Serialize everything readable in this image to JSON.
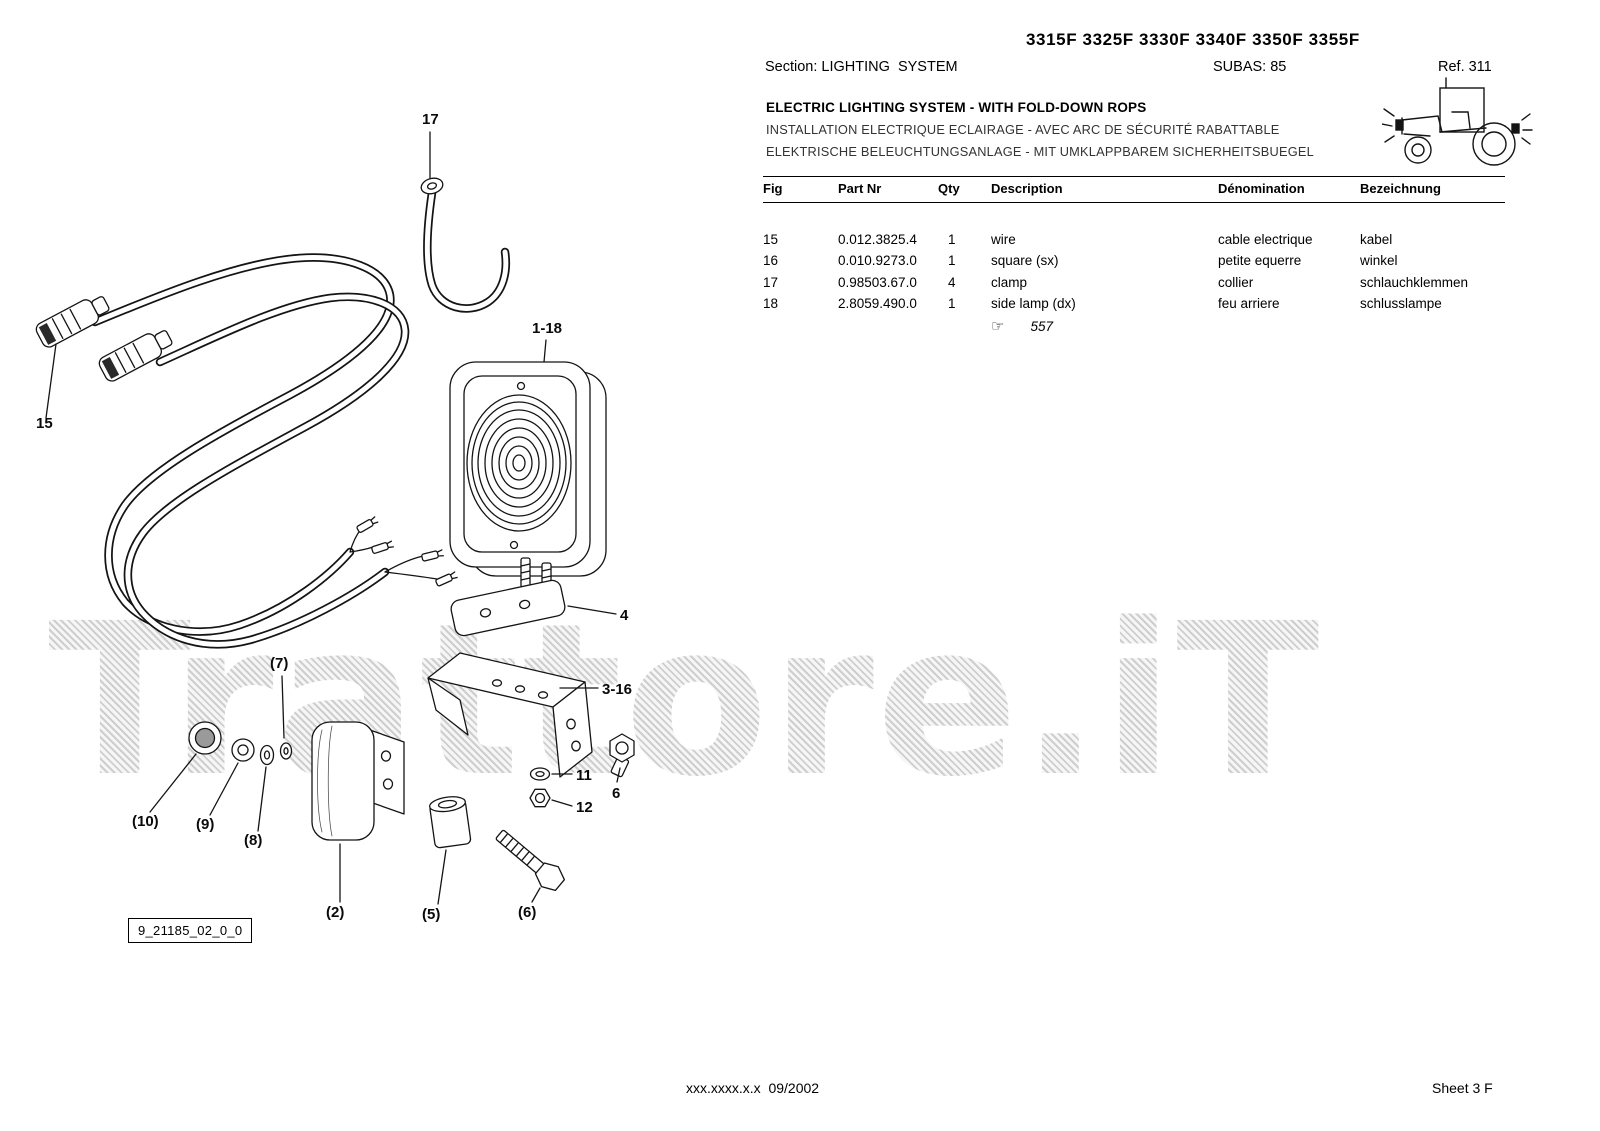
{
  "header": {
    "models": "3315F 3325F 3330F 3340F 3350F 3355F",
    "section": "Section: LIGHTING  SYSTEM",
    "subas": "SUBAS: 85",
    "ref": "Ref. 311"
  },
  "titles": {
    "en": "ELECTRIC LIGHTING SYSTEM - WITH FOLD-DOWN ROPS",
    "fr": "INSTALLATION ELECTRIQUE ECLAIRAGE - AVEC ARC DE SÉCURITÉ RABATTABLE",
    "de": "ELEKTRISCHE BELEUCHTUNGSANLAGE - MIT UMKLAPPBAREM SICHERHEITSBUEGEL"
  },
  "table": {
    "headers": {
      "fig": "Fig",
      "part": "Part Nr",
      "qty": "Qty",
      "desc": "Description",
      "den": "Dénomination",
      "bez": "Bezeichnung"
    },
    "rows": [
      {
        "fig": "15",
        "part": "0.012.3825.4",
        "qty": "1",
        "desc": "wire",
        "den": "cable electrique",
        "bez": "kabel"
      },
      {
        "fig": "16",
        "part": "0.010.9273.0",
        "qty": "1",
        "desc": "square (sx)",
        "den": "petite equerre",
        "bez": "winkel"
      },
      {
        "fig": "17",
        "part": "0.98503.67.0",
        "qty": "4",
        "desc": "clamp",
        "den": "collier",
        "bez": "schlauchklemmen"
      },
      {
        "fig": "18",
        "part": "2.8059.490.0",
        "qty": "1",
        "desc": "side lamp (dx)",
        "den": "feu arriere",
        "bez": "schlusslampe"
      }
    ],
    "note_pointer": "☞",
    "note_value": "557"
  },
  "diagram": {
    "code_box": "9_21185_02_0_0",
    "labels": {
      "wire": "15",
      "clamp": "17",
      "lamp": "1-18",
      "plate": "4",
      "bracket": "3-16",
      "washer7": "(7)",
      "capnut10": "(10)",
      "nut9": "(9)",
      "washer8": "(8)",
      "clamp2": "(2)",
      "spacer5": "(5)",
      "boltp6": "(6)",
      "washer11": "11",
      "nut12": "12",
      "bolt6": "6"
    }
  },
  "watermark": "Trattore.iT",
  "footer": {
    "left": "xxx.xxxx.x.x  09/2002",
    "right": "Sheet 3 F"
  }
}
